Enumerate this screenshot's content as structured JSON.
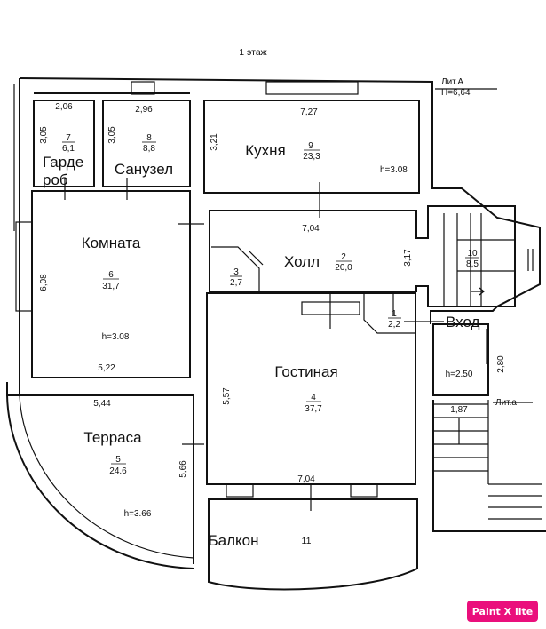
{
  "title": "1 этаж",
  "lit_a": {
    "label": "Лит.А",
    "height": "H=6,64"
  },
  "lit_a_small": "Лит.а",
  "rooms": {
    "garderob": {
      "name_1": "Гарде",
      "name_2": "роб",
      "num": "7",
      "area": "6,1",
      "w": "2,06",
      "h": "3,05"
    },
    "sanuzel": {
      "name": "Санузел",
      "num": "8",
      "area": "8,8",
      "w": "2,96",
      "h": "3,05"
    },
    "kuhnya": {
      "name": "Кухня",
      "num": "9",
      "area": "23,3",
      "w": "7,27",
      "h": "3,21",
      "ceiling": "h=3.08"
    },
    "holl": {
      "name": "Холл",
      "num": "2",
      "area": "20,0",
      "w": "7,04",
      "h": "3,17"
    },
    "closet": {
      "num": "3",
      "area": "2,7"
    },
    "stairs": {
      "num": "10",
      "area": "8,5"
    },
    "komnata": {
      "name": "Комната",
      "num": "6",
      "area": "31,7",
      "w": "5,22",
      "h": "6,08",
      "ceiling": "h=3.08"
    },
    "vhod": {
      "name": "Вход",
      "num": "1",
      "area": "2,2",
      "h": "2,80",
      "ceiling": "h=2.50",
      "w": "1,87"
    },
    "gostinaya": {
      "name": "Гостиная",
      "num": "4",
      "area": "37,7",
      "h": "5,57",
      "w": "7,04"
    },
    "terrasa": {
      "name": "Терраса",
      "num": "5",
      "area": "24.6",
      "w": "5,44",
      "h": "5,66",
      "ceiling": "h=3.66"
    },
    "balkon": {
      "name": "Балкон",
      "num": "11"
    }
  },
  "watermark": "Paint X lite"
}
